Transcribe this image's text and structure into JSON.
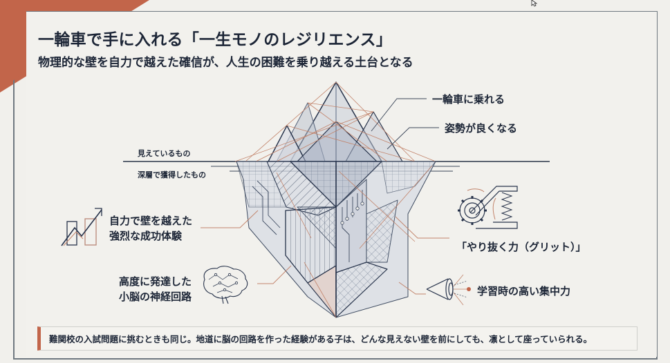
{
  "slide": {
    "title": "一輪車で手に入れる「一生モノのレジリエンス」",
    "subtitle": "物理的な壁を自力で越えた確信が、人生の困難を乗り越える土台となる",
    "accent_color": "#c2654a",
    "text_color": "#1c2536",
    "background_color": "#f2f1ed"
  },
  "iceberg": {
    "waterline_labels": {
      "above": "見えているもの",
      "below": "深層で獲得したもの"
    },
    "visible_items": [
      {
        "label": "一輪車に乗れる"
      },
      {
        "label": "姿勢が良くなる"
      }
    ],
    "deep_items": [
      {
        "label_line1": "自力で壁を越えた",
        "label_line2": "強烈な成功体験",
        "icon": "growth-chart-arrow-icon"
      },
      {
        "label_line1": "高度に発達した",
        "label_line2": "小脳の神経回路",
        "icon": "brain-circuit-icon"
      },
      {
        "label": "「やり抜く力（グリット）」",
        "icon": "gear-spring-mechanism-icon"
      },
      {
        "label": "学習時の高い集中力",
        "icon": "focus-eye-cone-icon"
      }
    ]
  },
  "footer_note": "難関校の入試問題に挑むときも同じ。地道に脳の回路を作った経験がある子は、どんな見えない壁を前にしても、凛として座っていられる。"
}
